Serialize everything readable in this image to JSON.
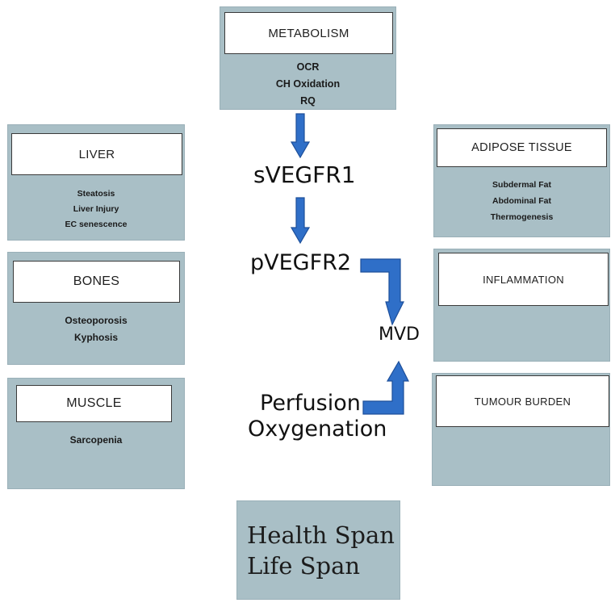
{
  "metabolism": {
    "title": "METABOLISM",
    "items": [
      "OCR",
      "CH Oxidation",
      "RQ"
    ]
  },
  "liver": {
    "title": "LIVER",
    "items": [
      "Steatosis",
      "Liver Injury",
      "EC senescence"
    ]
  },
  "bones": {
    "title": "BONES",
    "items": [
      "Osteoporosis",
      "Kyphosis"
    ]
  },
  "muscle": {
    "title": "MUSCLE",
    "items": [
      "Sarcopenia"
    ]
  },
  "adipose": {
    "title": "ADIPOSE TISSUE",
    "items": [
      "Subdermal Fat",
      "Abdominal Fat",
      "Thermogenesis"
    ]
  },
  "inflammation": {
    "title": "INFLAMMATION"
  },
  "tumour": {
    "title": "TUMOUR BURDEN"
  },
  "flow": {
    "svegfr1": "sVEGFR1",
    "pvegfr2": "pVEGFR2",
    "mvd": "MVD",
    "perfusion": "Perfusion",
    "oxygenation": "Oxygenation"
  },
  "outcome": {
    "line1": "Health Span",
    "line2": "Life Span"
  },
  "colors": {
    "panel": "#a9bfc6",
    "arrow": "#2f6fc8",
    "arrow_outline": "#1d4f9a"
  }
}
